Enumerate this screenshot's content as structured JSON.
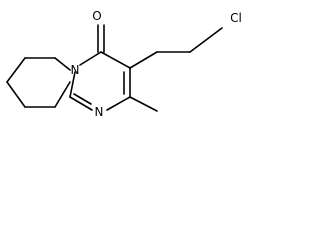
{
  "molecule": {
    "atoms": {
      "oxygen": "O",
      "ring_nitrogen_top": "N",
      "ring_nitrogen_bottom": "N",
      "chlorine": "Cl"
    }
  }
}
